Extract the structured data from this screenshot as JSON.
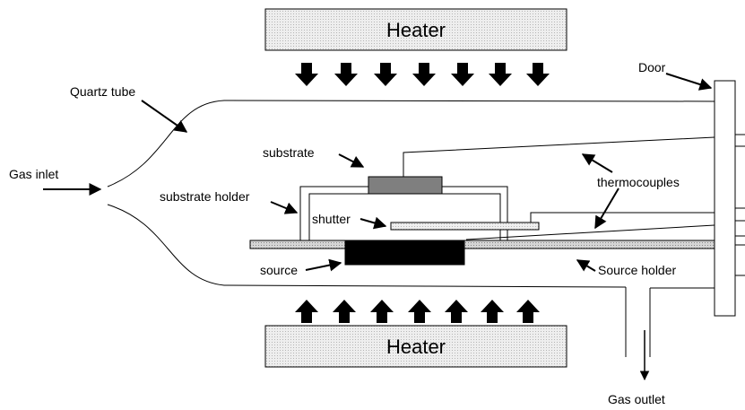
{
  "labels": {
    "heater_top": "Heater",
    "heater_bottom": "Heater",
    "door": "Door",
    "quartz_tube": "Quartz tube",
    "gas_inlet": "Gas inlet",
    "substrate": "substrate",
    "substrate_holder": "substrate holder",
    "shutter": "shutter",
    "source": "source",
    "thermocouples": "thermocouples",
    "source_holder": "Source holder",
    "gas_outlet": "Gas outlet"
  },
  "colors": {
    "line": "#000000",
    "heater_fill": "#e6e6e6",
    "substrate_fill": "#7f7f7f",
    "source_fill": "#000000",
    "shutter_fill": "#d9d9d9",
    "source_holder_fill": "#cfcfcf"
  },
  "icons": {
    "heat_arrow_down": "down-arrow-icon",
    "heat_arrow_up": "up-arrow-icon"
  }
}
